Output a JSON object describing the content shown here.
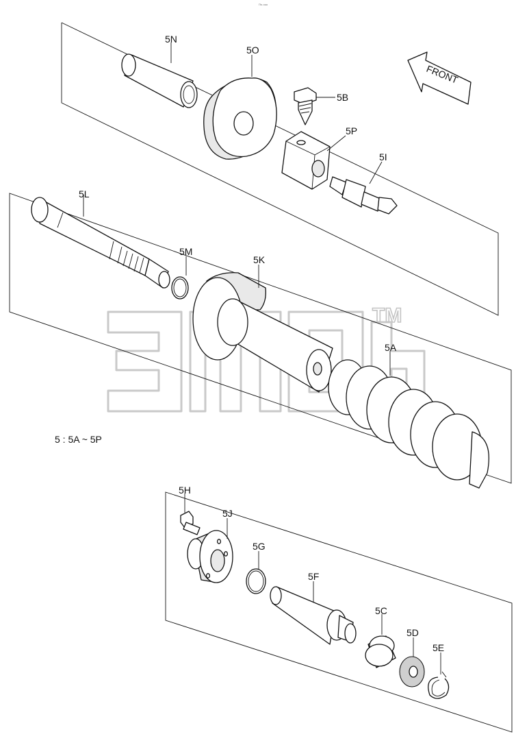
{
  "header": {
    "corner_mark": "Пъ ооо"
  },
  "direction_marker": {
    "label": "FRONT"
  },
  "parts_note": "5 : 5A ~ 5P",
  "watermark": {
    "trademark": "TM"
  },
  "parts": [
    {
      "id": "5N"
    },
    {
      "id": "5O"
    },
    {
      "id": "5B"
    },
    {
      "id": "5P"
    },
    {
      "id": "5I"
    },
    {
      "id": "5L"
    },
    {
      "id": "5M"
    },
    {
      "id": "5K"
    },
    {
      "id": "5A"
    },
    {
      "id": "5H"
    },
    {
      "id": "5J"
    },
    {
      "id": "5G"
    },
    {
      "id": "5F"
    },
    {
      "id": "5C"
    },
    {
      "id": "5D"
    },
    {
      "id": "5E"
    }
  ]
}
